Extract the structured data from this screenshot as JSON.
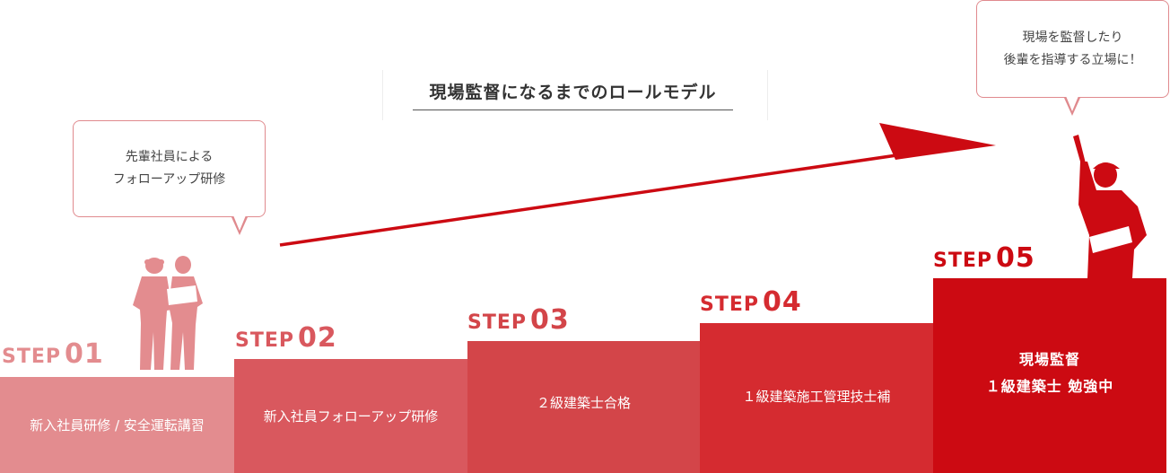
{
  "title": "現場監督になるまでのロールモデル",
  "bubbles": {
    "first": [
      "先輩社員による",
      "フォローアップ研修"
    ],
    "last": [
      "現場を監督したり",
      "後輩を指導する立場に！"
    ]
  },
  "steps": [
    {
      "word": "STEP",
      "num": "01",
      "lines": [
        "新入社員研修 / 安全運転講習"
      ],
      "color": "#e38c8f",
      "label_color": "#e38c8f"
    },
    {
      "word": "STEP",
      "num": "02",
      "lines": [
        "新入社員フォローアップ研修"
      ],
      "color": "#d9585e",
      "label_color": "#d9585e"
    },
    {
      "word": "STEP",
      "num": "03",
      "lines": [
        "２級建築士合格"
      ],
      "color": "#d34549",
      "label_color": "#d34549"
    },
    {
      "word": "STEP",
      "num": "04",
      "lines": [
        "１級建築施工管理技士補"
      ],
      "color": "#d52b30",
      "label_color": "#d52b30"
    },
    {
      "word": "STEP",
      "num": "05",
      "lines": [
        "現場監督",
        "１級建築士 勉強中"
      ],
      "color": "#cc0a12",
      "label_color": "#cc0a12"
    }
  ],
  "colors": {
    "arrow": "#cc0a12",
    "workers": "#e38c8f",
    "supervisor": "#cc0a12"
  }
}
